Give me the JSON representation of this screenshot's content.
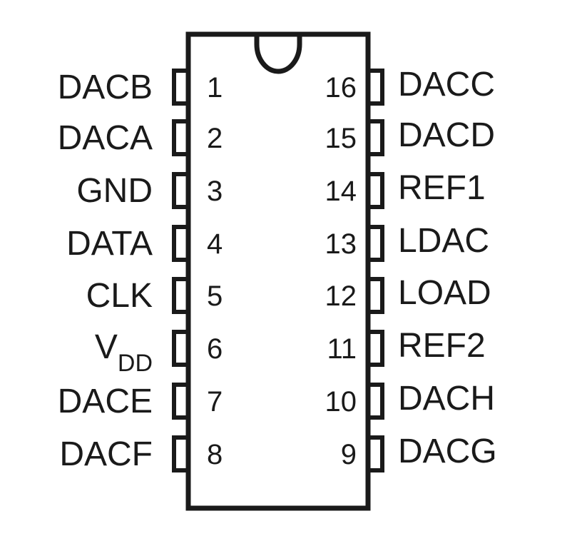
{
  "left_pins": [
    {
      "number": "1",
      "name": "DACB",
      "sub": ""
    },
    {
      "number": "2",
      "name": "DACA",
      "sub": ""
    },
    {
      "number": "3",
      "name": "GND",
      "sub": ""
    },
    {
      "number": "4",
      "name": "DATA",
      "sub": ""
    },
    {
      "number": "5",
      "name": "CLK",
      "sub": ""
    },
    {
      "number": "6",
      "name": "V",
      "sub": "DD"
    },
    {
      "number": "7",
      "name": "DACE",
      "sub": ""
    },
    {
      "number": "8",
      "name": "DACF",
      "sub": ""
    }
  ],
  "right_pins": [
    {
      "number": "16",
      "name": "DACC"
    },
    {
      "number": "15",
      "name": "DACD"
    },
    {
      "number": "14",
      "name": "REF1"
    },
    {
      "number": "13",
      "name": "LDAC"
    },
    {
      "number": "12",
      "name": "LOAD"
    },
    {
      "number": "11",
      "name": "REF2"
    },
    {
      "number": "10",
      "name": "DACH"
    },
    {
      "number": "9",
      "name": "DACG"
    }
  ],
  "colors": {
    "stroke": "#1a1a1a",
    "background": "#ffffff"
  }
}
